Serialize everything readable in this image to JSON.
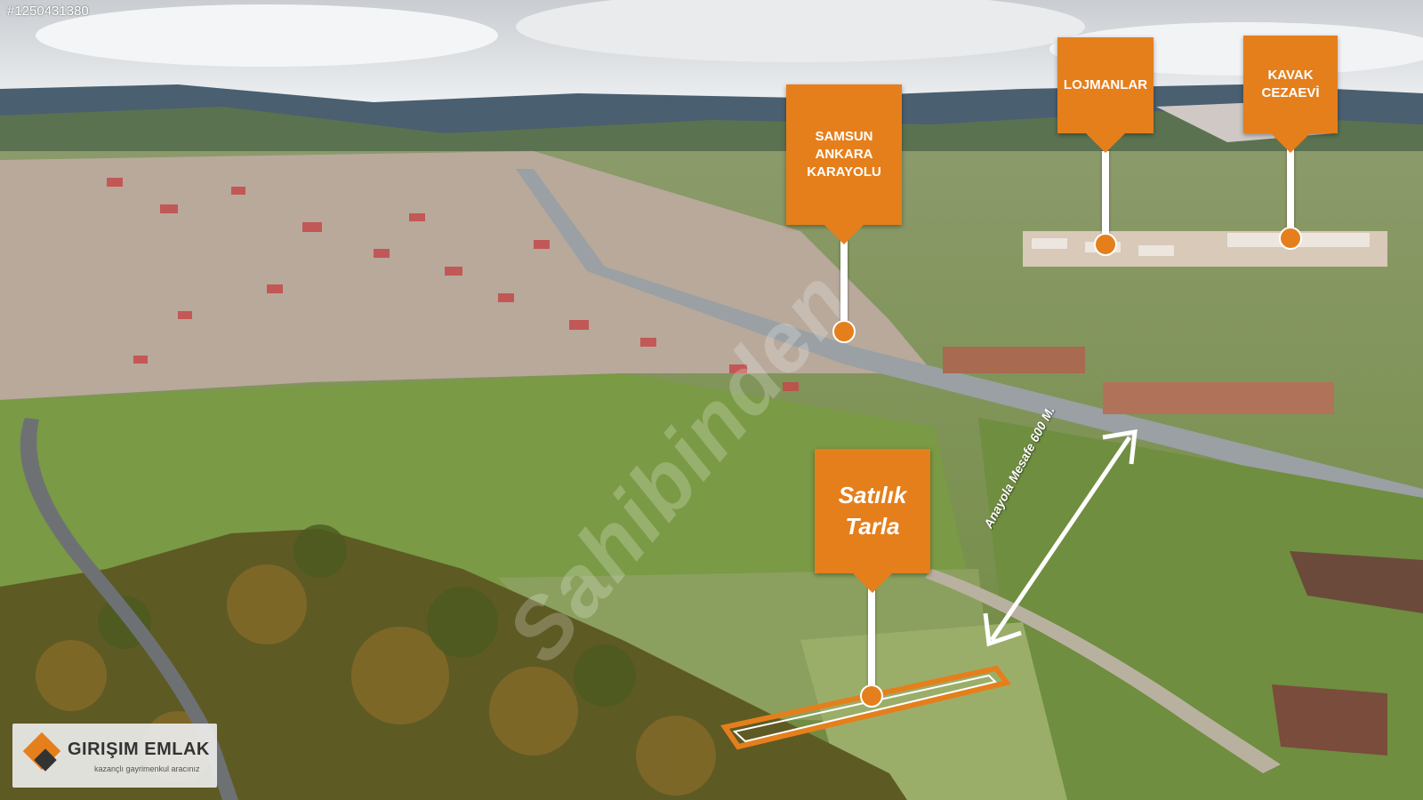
{
  "listing_id": "#1250431380",
  "tags": {
    "highway": "SAMSUN\nANKARA\nKARAYOLU",
    "housing": "LOJMANLAR",
    "prison": "KAVAK\nCEZAEVİ",
    "land": "Satılık\nTarla"
  },
  "distance_label": "Anayola Mesafe 600 M.",
  "watermark": "Sahibinden",
  "logo": {
    "name": "GIRIŞIM EMLAK",
    "slogan": "kazançlı gayrimenkul aracınız"
  },
  "colors": {
    "accent": "#e57f1c",
    "marker_pole": "#ffffff"
  }
}
